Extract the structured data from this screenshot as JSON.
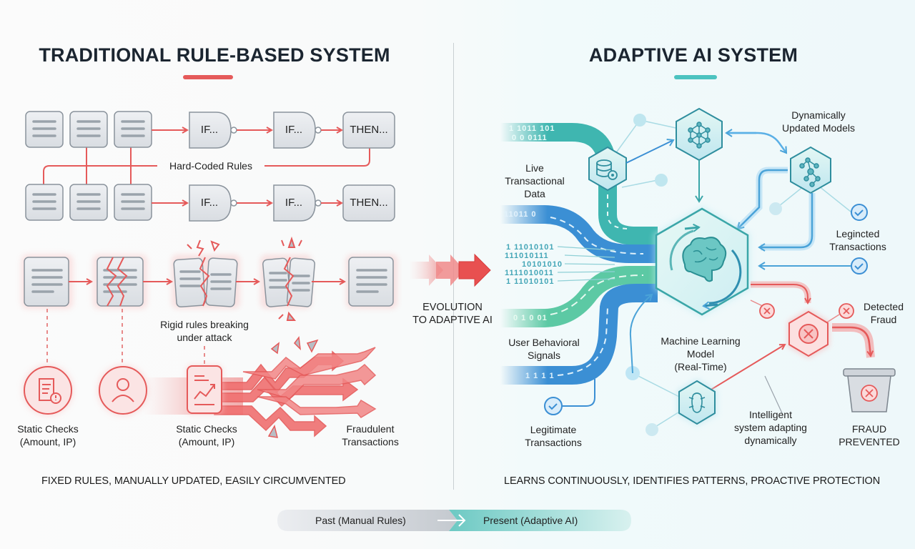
{
  "left": {
    "title": "TRADITIONAL RULE-BASED SYSTEM",
    "accent": "#e55a5a",
    "rule_rows": [
      {
        "gates": [
          "IF...",
          "IF..."
        ],
        "result": "THEN..."
      },
      {
        "gates": [
          "IF...",
          "IF..."
        ],
        "result": "THEN..."
      }
    ],
    "hard_coded_label": "Hard-Coded Rules",
    "breaking_label": "Rigid rules breaking\nunder attack",
    "breaking_label_lines": [
      "Rigid rules breaking",
      "under attack"
    ],
    "static_checks_1": [
      "Static Checks",
      "(Amount, IP)"
    ],
    "static_checks_2": [
      "Static Checks",
      "(Amount, IP)"
    ],
    "fraudulent_label": [
      "Fraudulent",
      "Transactions"
    ],
    "footer": "FIXED RULES, MANUALLY UPDATED, EASILY CIRCUMVENTED",
    "icons": [
      "document-icon",
      "document-cracked-icon",
      "document-shattered-icon",
      "document-shattered-icon",
      "document-icon",
      "receipt-alert-icon",
      "user-icon",
      "trend-chart-icon"
    ]
  },
  "evolution": {
    "label_lines": [
      "EVOLUTION",
      "TO ADAPTIVE AI"
    ]
  },
  "right": {
    "title": "ADAPTIVE AI SYSTEM",
    "accent": "#4cc3c0",
    "live_data_label": [
      "Live",
      "Transactional",
      "Data"
    ],
    "dynamic_models_label": [
      "Dynamically",
      "Updated Models"
    ],
    "legincted_label": [
      "Legincted",
      "Transactions"
    ],
    "user_signals_label": [
      "User Behavioral",
      "Signals"
    ],
    "ml_model_label": [
      "Machine Learning",
      "Model",
      "(Real-Time)"
    ],
    "detected_fraud_label": [
      "Detected",
      "Fraud"
    ],
    "legitimate_label": [
      "Legitimate",
      "Transactions"
    ],
    "intelligent_label": [
      "Intelligent",
      "system adapting",
      "dynamically"
    ],
    "fraud_prevented_label": [
      "FRAUD",
      "PREVENTED"
    ],
    "binary_streams": [
      "1 1011 101",
      "0 0 0111",
      "11011 0",
      "1 11010101",
      "111010111",
      "10101010",
      "1111010011",
      "1 11010101",
      "0 1 0 01",
      "1 1 1 1"
    ],
    "footer": "LEARNS CONTINUOUSLY, IDENTIFIES PATTERNS, PROACTIVE PROTECTION"
  },
  "timeline": {
    "past": "Past (Manual Rules)",
    "present": "Present (Adaptive AI)"
  }
}
